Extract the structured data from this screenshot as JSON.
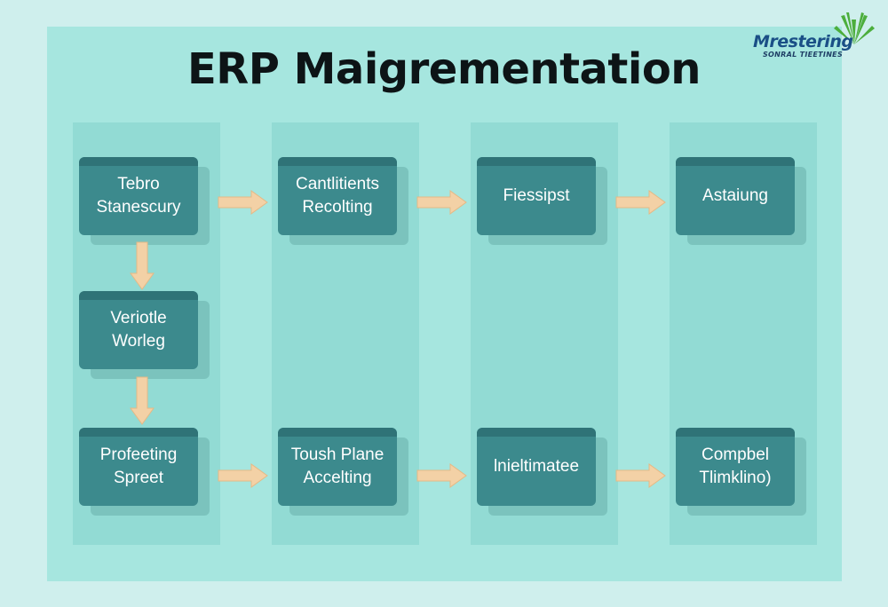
{
  "title": "ERP Maigrementation",
  "logo": {
    "name": "Mrestering",
    "tagline": "SONRAL TIEETINES"
  },
  "rows": [
    [
      "Tebro\nStanescury",
      "Cantlitients\nRecolting",
      "Fiessipst",
      "Astaiung"
    ],
    [
      "Veriotle\nWorleg"
    ],
    [
      "Profeeting\nSpreet",
      "Toush Plane\nAccelting",
      "lnieltimatee",
      "Compbel\nTlimklino)"
    ]
  ],
  "colors": {
    "background": "#cfefed",
    "panel": "#a6e6df",
    "column": "#92dbd4",
    "box": "#3c8a8d",
    "box_top": "#2f7377",
    "arrow": "#f3d1a6",
    "title": "#0d1416",
    "logo_blue": "#1a4f86",
    "logo_green": "#4cae3c"
  },
  "icons": {
    "arrow": "right-arrow-icon",
    "down_arrow": "down-arrow-icon",
    "logo_leaf": "leaf-icon"
  }
}
